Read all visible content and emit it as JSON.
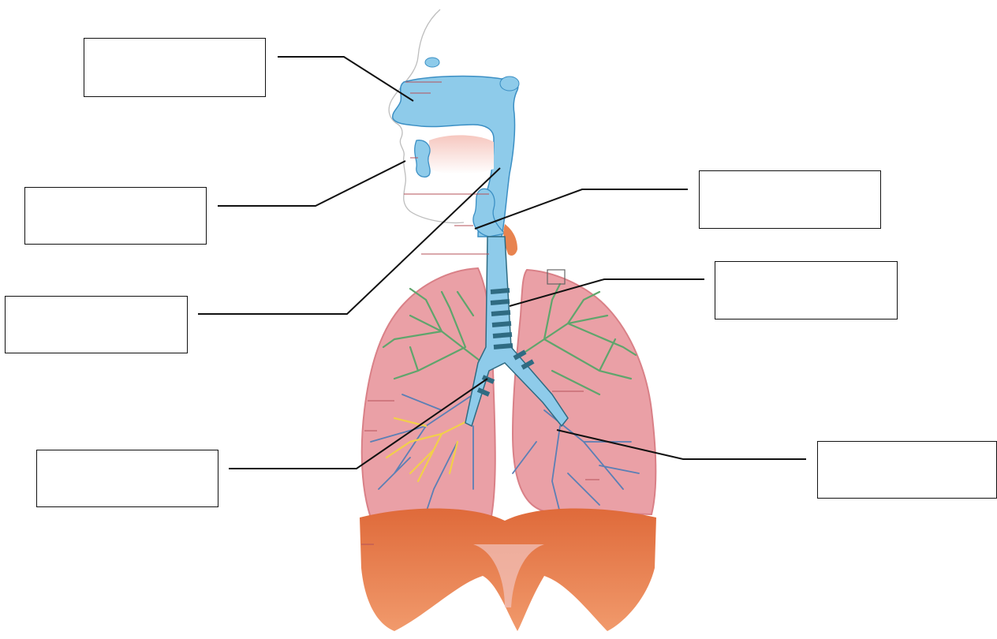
{
  "diagram": {
    "kind": "respiratory-system-labeling-worksheet",
    "label_boxes": [
      {
        "id": "box-1",
        "text": ""
      },
      {
        "id": "box-2",
        "text": ""
      },
      {
        "id": "box-3",
        "text": ""
      },
      {
        "id": "box-4",
        "text": ""
      },
      {
        "id": "box-5",
        "text": ""
      },
      {
        "id": "box-6",
        "text": ""
      },
      {
        "id": "box-7",
        "text": ""
      }
    ],
    "colors": {
      "airway_blue": "#8ecbea",
      "airway_outline": "#3b8fc4",
      "lung_pink": "#eaa0a6",
      "lung_edge": "#d98087",
      "bronchi_green": "#5fa56c",
      "vessels_blue": "#5b7fb5",
      "vessels_yellow": "#f2cf4a",
      "diaphragm_orange": "#e87f4f",
      "trachea_dark": "#2f6b82",
      "line_black": "#111111"
    }
  }
}
